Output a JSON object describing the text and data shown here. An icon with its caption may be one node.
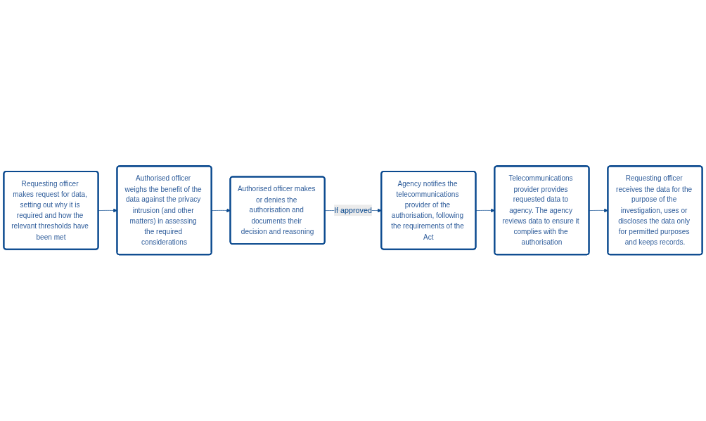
{
  "diagram": {
    "nodes": [
      {
        "text": [
          "Requesting officer makes request for data, setting out why it is required and how the relevant thresholds have been met"
        ]
      },
      {
        "text": [
          "Authorised officer weighs the benefit of the data against the privacy intrusion (and other matters) in assessing the required considerations"
        ]
      },
      {
        "text": [
          "Authorised officer makes or denies the authorisation and documents their decision and reasoning"
        ]
      },
      {
        "text": [
          "Agency notifies the telecommunications provider of the authorisation, following the requirements of the Act"
        ]
      },
      {
        "text": [
          "Telecommunications provider provides requested data to agency. The agency reviews data to ensure it complies with the authorisation"
        ]
      },
      {
        "text": [
          "Requesting officer receives the data for the purpose of the investigation, uses or discloses the data only for permitted purposes and keeps records."
        ]
      }
    ],
    "edges": [
      {
        "from": 0,
        "to": 1,
        "arrow": "to"
      },
      {
        "from": 1,
        "to": 2,
        "arrow": "to"
      },
      {
        "from": 2,
        "to": 3,
        "arrow": "to",
        "label": "If approved"
      },
      {
        "from": 3,
        "to": 4,
        "arrow": "to"
      },
      {
        "from": 4,
        "to": 5,
        "arrow": "to"
      }
    ]
  }
}
